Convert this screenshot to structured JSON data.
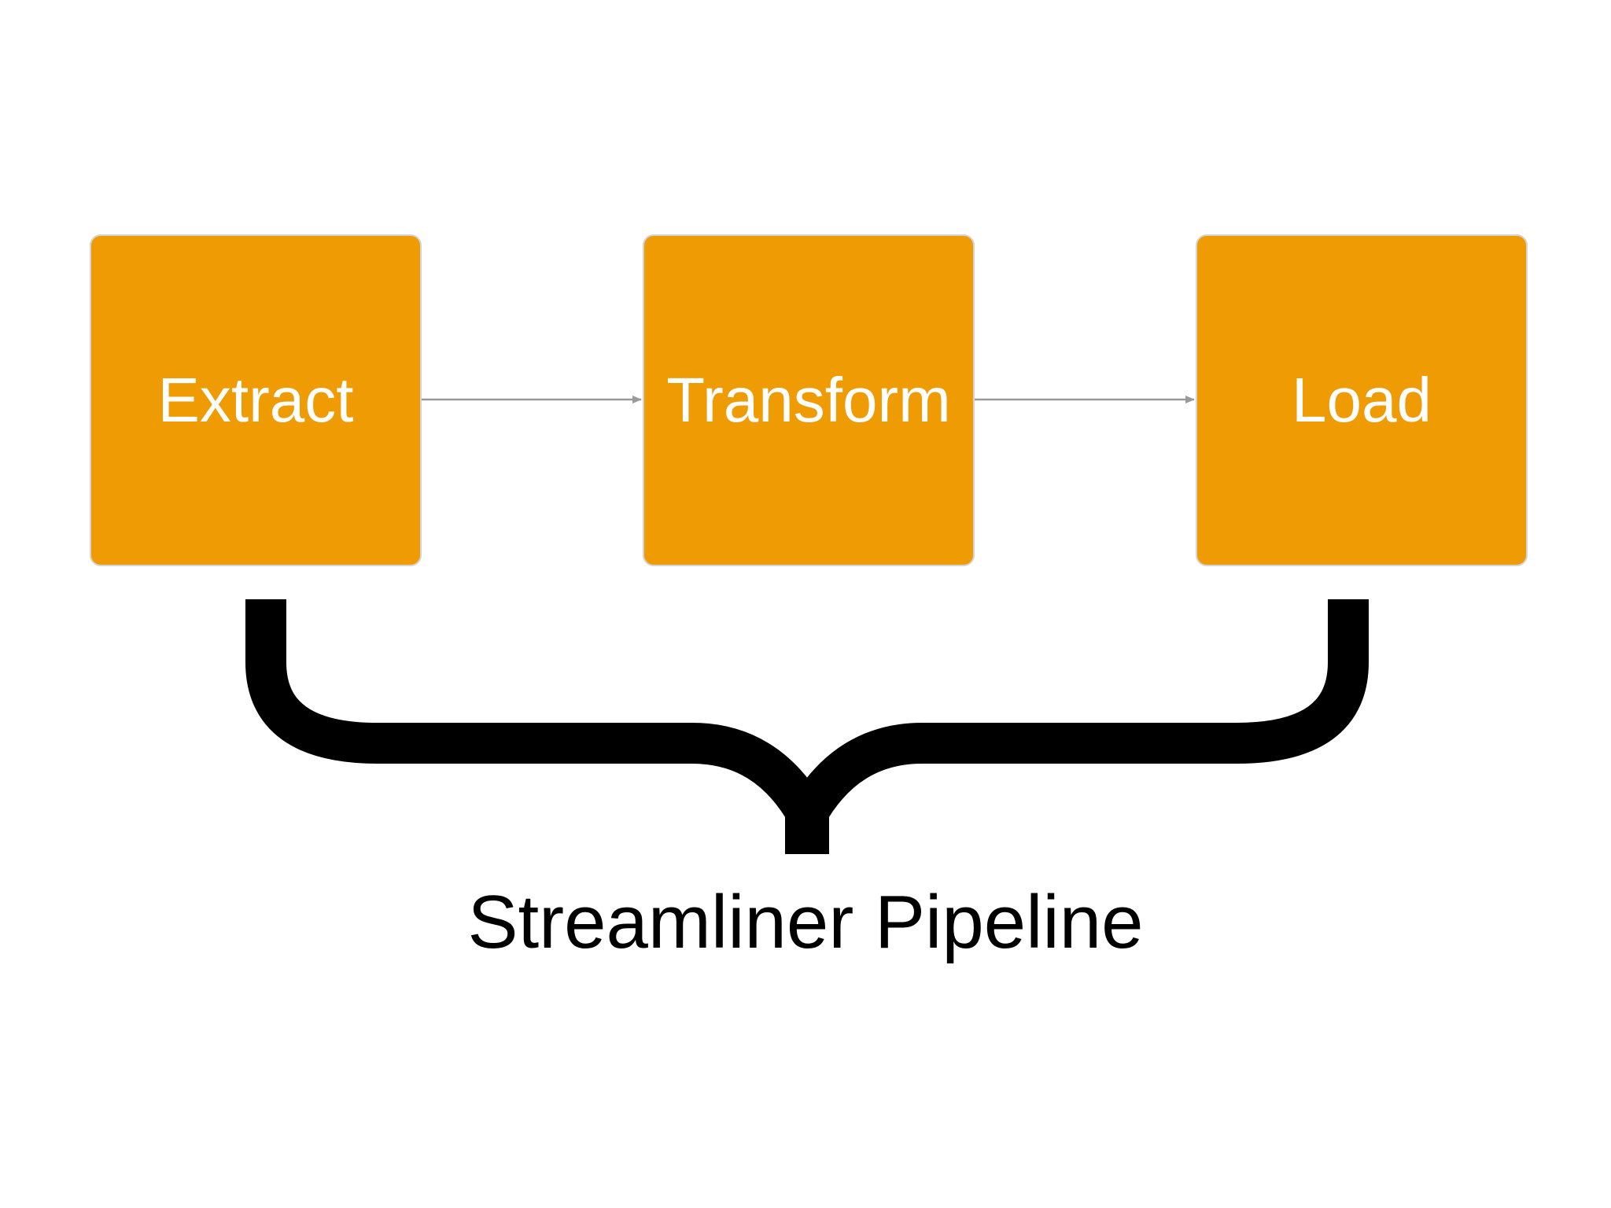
{
  "diagram": {
    "stages": [
      {
        "id": "extract",
        "label": "Extract"
      },
      {
        "id": "transform",
        "label": "Transform"
      },
      {
        "id": "load",
        "label": "Load"
      }
    ],
    "connections": [
      {
        "from": "extract",
        "to": "transform"
      },
      {
        "from": "transform",
        "to": "load"
      }
    ],
    "group_label": "Streamliner Pipeline"
  },
  "colors": {
    "node_fill": "#ef9c04",
    "node_text": "#ffffff",
    "arrow": "#9a9a9a",
    "brace": "#000000",
    "caption_text": "#000000",
    "background": "#ffffff"
  }
}
